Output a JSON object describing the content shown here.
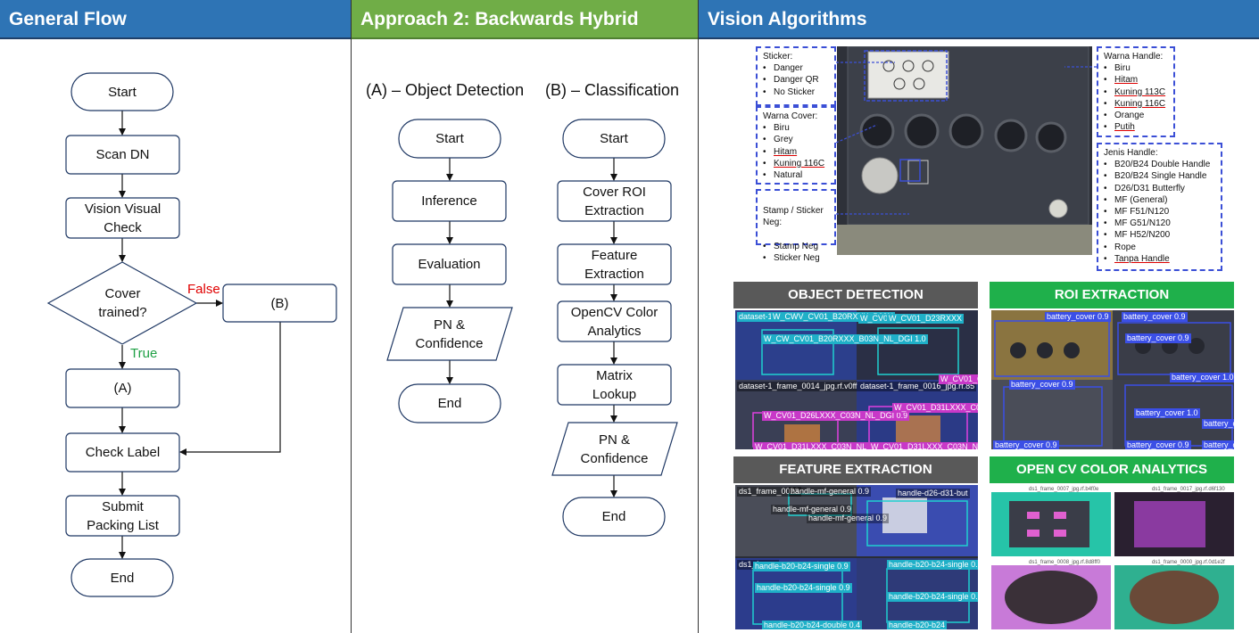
{
  "columns": {
    "general_flow": {
      "title": "General Flow"
    },
    "approach": {
      "title": "Approach 2: Backwards Hybrid"
    },
    "vision": {
      "title": "Vision Algorithms"
    }
  },
  "general_flow": {
    "nodes": [
      "Start",
      "Scan DN",
      "Vision Visual\nCheck",
      "Cover\ntrained?",
      "(B)",
      "(A)",
      "Check Label",
      "Submit\nPacking List",
      "End"
    ],
    "false_label": "False",
    "true_label": "True"
  },
  "approach": {
    "a_title": "(A) – Object Detection",
    "b_title": "(B) – Classification",
    "a_nodes": [
      "Start",
      "Inference",
      "Evaluation",
      "PN &\nConfidence",
      "End"
    ],
    "b_nodes": [
      "Start",
      "Cover ROI\nExtraction",
      "Feature\nExtraction",
      "OpenCV Color\nAnalytics",
      "Matrix\nLookup",
      "PN &\nConfidence",
      "End"
    ]
  },
  "vision": {
    "sticker": {
      "title": "Sticker:",
      "items": [
        "Danger",
        "Danger QR",
        "No Sticker"
      ]
    },
    "warna_cover": {
      "title": "Warna Cover:",
      "items": [
        "Biru",
        "Grey",
        "Hitam",
        "Kuning 116C",
        "Natural"
      ]
    },
    "stamp": {
      "title": "Stamp / Sticker\nNeg:",
      "items": [
        "Stamp Neg",
        "Sticker Neg"
      ]
    },
    "warna_handle": {
      "title": "Warna Handle:",
      "items": [
        "Biru",
        "Hitam",
        "Kuning 113C",
        "Kuning 116C",
        "Orange",
        "Putih"
      ]
    },
    "jenis_handle": {
      "title": "Jenis Handle:",
      "items": [
        "B20/B24 Double Handle",
        "B20/B24 Single Handle",
        "D26/D31 Butterfly",
        "MF (General)",
        "MF F51/N120",
        "MF G51/N120",
        "MF H52/N200",
        "Rope",
        "Tanpa Handle"
      ]
    },
    "panels": {
      "object_detection": "OBJECT DETECTION",
      "roi_extraction": "ROI EXTRACTION",
      "feature_extraction": "FEATURE EXTRACTION",
      "opencv": "OPEN CV COLOR ANALYTICS"
    },
    "od_tags": [
      "dataset-1",
      "W_CWV_CV01_B20RXXX_B03N",
      "W_CV0",
      "W_CV01_D23RXXX",
      "W_CW_CV01_B20RXXX_B03N_NL_DGI 1.0",
      "dataset-1_frame_0014_jpg.rf.v0ff",
      "dataset-1_frame_0016_jpg.rf.85",
      "W_CV01_C03",
      "W_CV01_D26LXXX_C03N_NL_DGI 0.9",
      "W_CV01_D31LXXX_C0",
      "W_CV01_D31LXXX_C03N_NL_DGI",
      "W_CV01_D31LXXX_C03N_NL_DG"
    ],
    "roi_tags": [
      "battery_cover 0.9",
      "battery_cover 0.9",
      "battery_cover 0.9",
      "battery_cover 1.0",
      "battery_cover 0.9",
      "battery_cover 1.0",
      "battery_cover 1.0",
      "battery_cover 0.9",
      "battery_cover 0.9",
      "battery_cover 0.9"
    ],
    "fe_tags": [
      "ds1_frame_0023",
      "handle-mf-general 0.9",
      "handle-d26-d31-but",
      "handle-mf-general 0.9",
      "handle-mf-general 0.9",
      "ds1_frame",
      "handle-b20-b24-single 0.9",
      "handle-b20-b24-single 0.9",
      "handle-b20-b24-single 0.9",
      "handle-b20-b24-single 0.9",
      "handle-b20-b24-double 0.4",
      "handle-b20-b24"
    ],
    "cv_tags": [
      "ds1_frame_0007_jpg.rf.b4f0e",
      "ds1_frame_0017_jpg.rf.d6f130",
      "ds1_frame_0008_jpg.rf.8d8ff0",
      "ds1_frame_0000_jpg.rf.0d1e2f"
    ]
  },
  "colors": {
    "header_blue": "#2e74b5",
    "header_green": "#70ad47",
    "panel_grey": "#595959",
    "panel_green": "#1fb04b",
    "false_red": "#e00000",
    "true_green": "#1fa045",
    "dash_blue": "#3b4fd6"
  }
}
